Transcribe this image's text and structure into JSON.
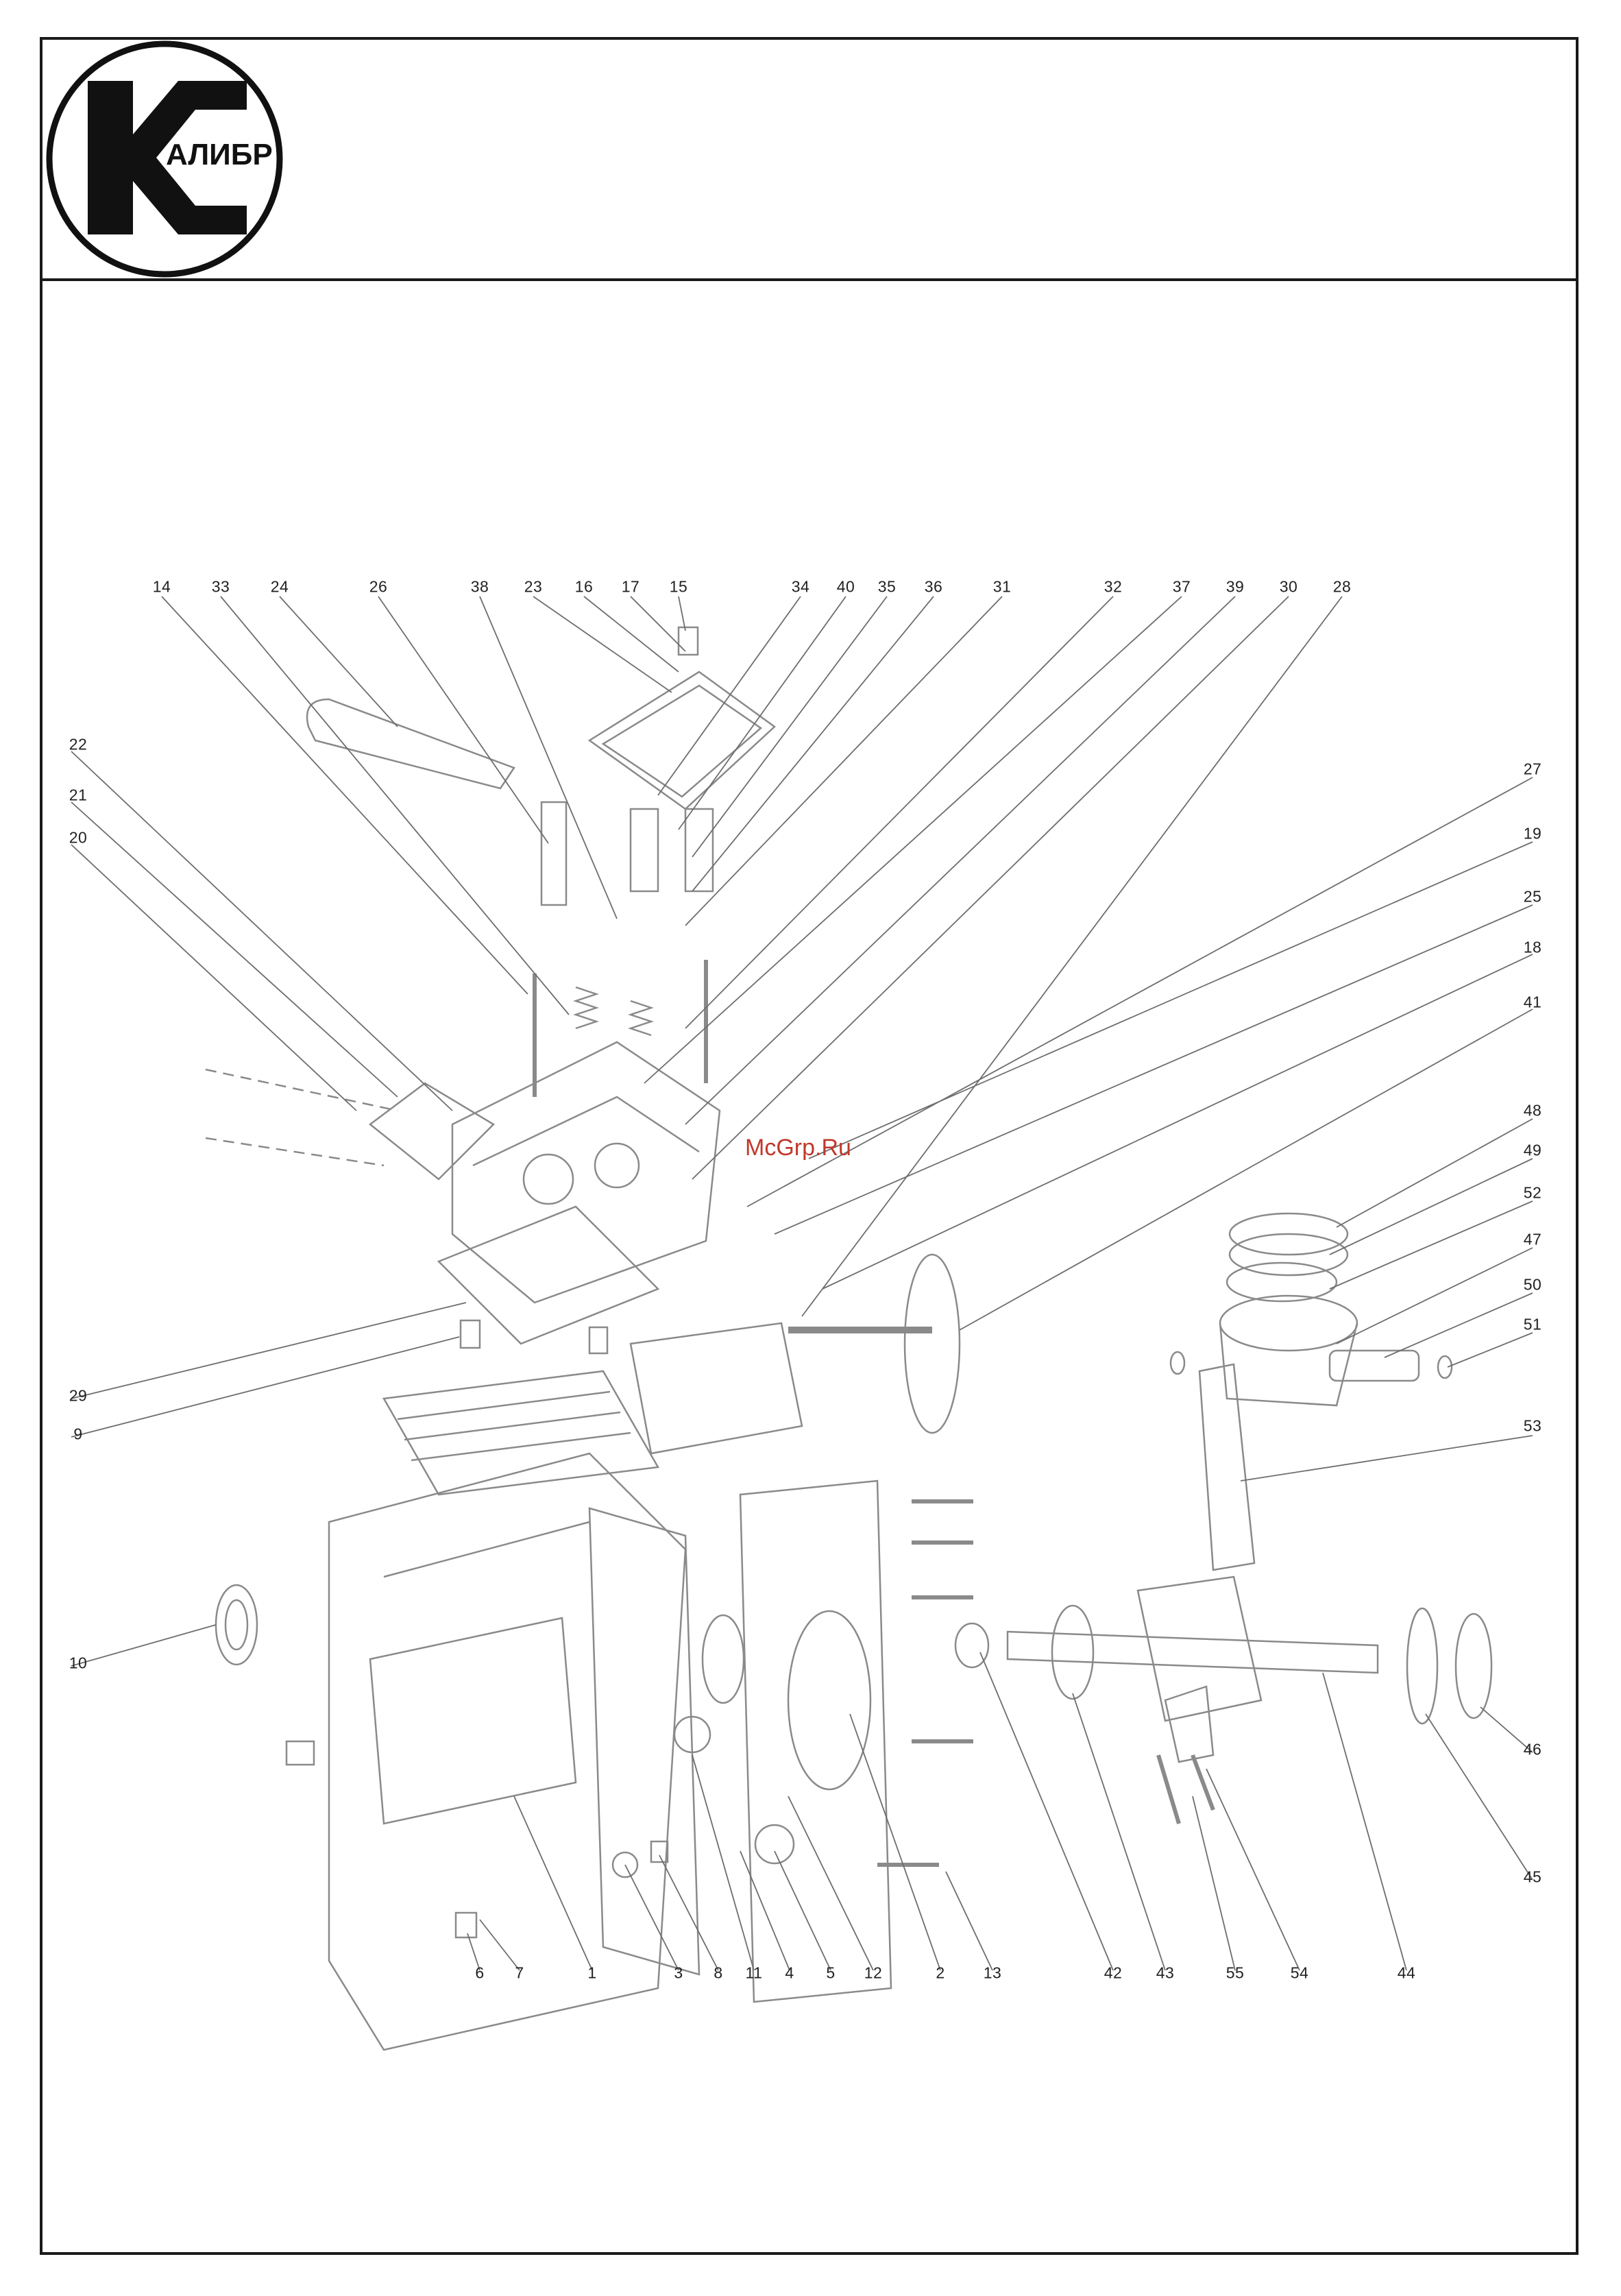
{
  "brand": {
    "logo_text": "АЛИБР"
  },
  "watermark": "McGrp.Ru",
  "colors": {
    "line": "#8a8a8a",
    "frame": "#1a1a1a",
    "watermark": "#c0392b"
  },
  "callouts": {
    "top": [
      "14",
      "33",
      "24",
      "26",
      "38",
      "23",
      "16",
      "17",
      "15",
      "34",
      "40",
      "35",
      "36",
      "31",
      "32",
      "37",
      "39",
      "30",
      "28"
    ],
    "right": [
      "27",
      "19",
      "25",
      "18",
      "41",
      "48",
      "49",
      "52",
      "47",
      "50",
      "51",
      "53",
      "46",
      "45"
    ],
    "left": [
      "22",
      "21",
      "20",
      "29",
      "9",
      "10"
    ],
    "bottom": [
      "6",
      "7",
      "1",
      "3",
      "8",
      "11",
      "4",
      "5",
      "12",
      "2",
      "13",
      "42",
      "43",
      "55",
      "54",
      "44"
    ]
  }
}
